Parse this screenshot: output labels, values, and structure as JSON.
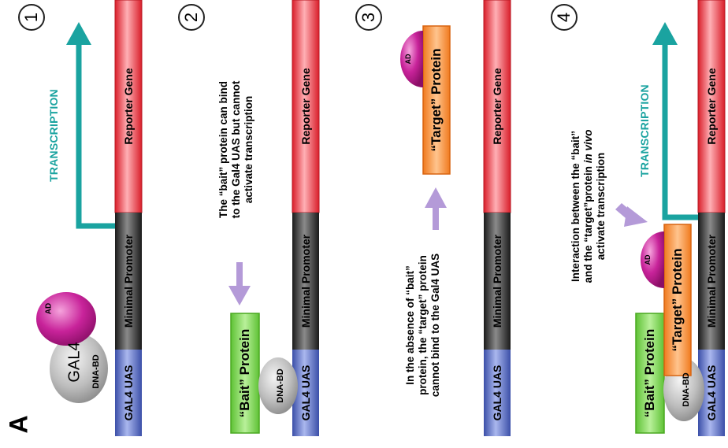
{
  "figure_label": "A",
  "panel_numbers": [
    "1",
    "2",
    "3",
    "4"
  ],
  "gene_segments": {
    "uas": "GAL4 UAS",
    "promoter": "Minimal Promoter",
    "reporter": "Reporter Gene"
  },
  "transcription_label": "TRANSCRIPTION",
  "proteins": {
    "gal4": "GAL4",
    "dna_bd": "DNA-BD",
    "ad": "AD",
    "bait": "“Bait” Protein",
    "target": "“Target” Protein"
  },
  "notes": {
    "panel2": [
      "The “bait” protein can bind",
      "to the Gal4 UAS but cannot",
      "activate transcription"
    ],
    "panel3": [
      "In the absence of “bait”",
      "protein, the “target” protein",
      "cannot bind to the Gal4 UAS"
    ],
    "panel4_line1": "Interaction between the “bait”",
    "panel4_line2": "and the “target”protein ",
    "panel4_line2_italic": "in vivo",
    "panel4_line3": "activate transcription"
  },
  "colors": {
    "uas": "#5a6fc4",
    "promoter": "#3a3a3a",
    "reporter": "#e8323c",
    "ad": "#c01e8c",
    "dna_bd": "#b8b8b8",
    "bait_border": "#5ec235",
    "target_border": "#f07a1e",
    "transcription": "#1aa3a0",
    "arrow_lavender": "#b49ad8"
  }
}
